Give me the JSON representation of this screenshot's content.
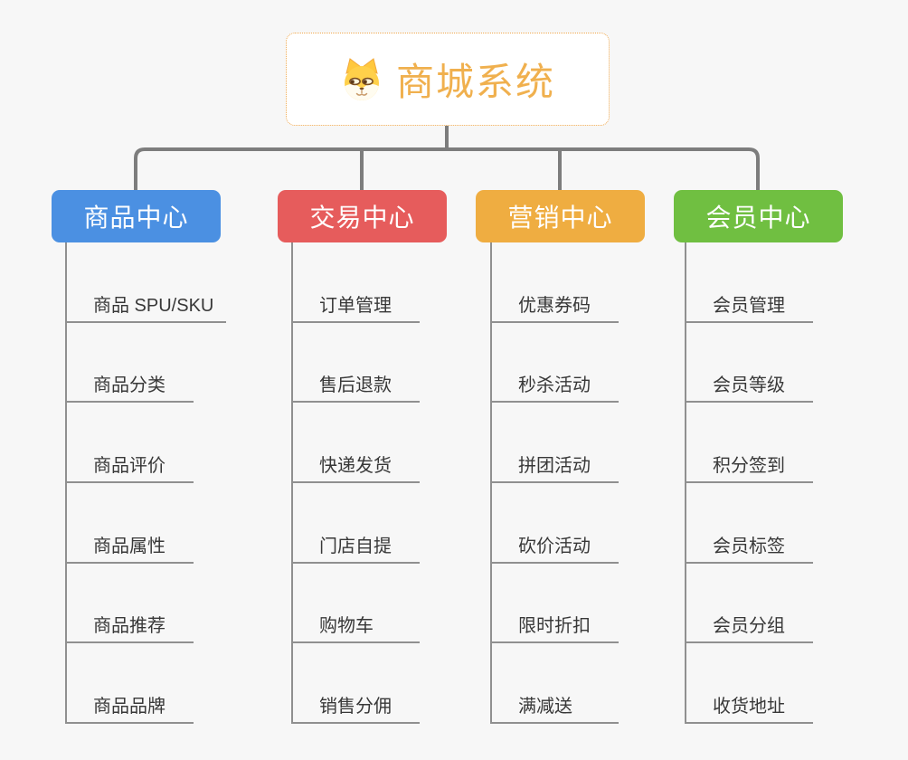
{
  "background_color": "#F7F7F7",
  "connector_color": "#7D7D7D",
  "line_color": "#909090",
  "root": {
    "title": "商城系统",
    "title_color": "#F0B04E",
    "border_color": "#F0A94F",
    "icon": "doge-icon"
  },
  "branches": [
    {
      "label": "商品中心",
      "color": "#4B90E2",
      "items": [
        "商品 SPU/SKU",
        "商品分类",
        "商品评价",
        "商品属性",
        "商品推荐",
        "商品品牌"
      ]
    },
    {
      "label": "交易中心",
      "color": "#E65C5C",
      "items": [
        "订单管理",
        "售后退款",
        "快递发货",
        "门店自提",
        "购物车",
        "销售分佣"
      ]
    },
    {
      "label": "营销中心",
      "color": "#EFAD41",
      "items": [
        "优惠券码",
        "秒杀活动",
        "拼团活动",
        "砍价活动",
        "限时折扣",
        "满减送"
      ]
    },
    {
      "label": "会员中心",
      "color": "#70BF41",
      "items": [
        "会员管理",
        "会员等级",
        "积分签到",
        "会员标签",
        "会员分组",
        "收货地址"
      ]
    }
  ]
}
